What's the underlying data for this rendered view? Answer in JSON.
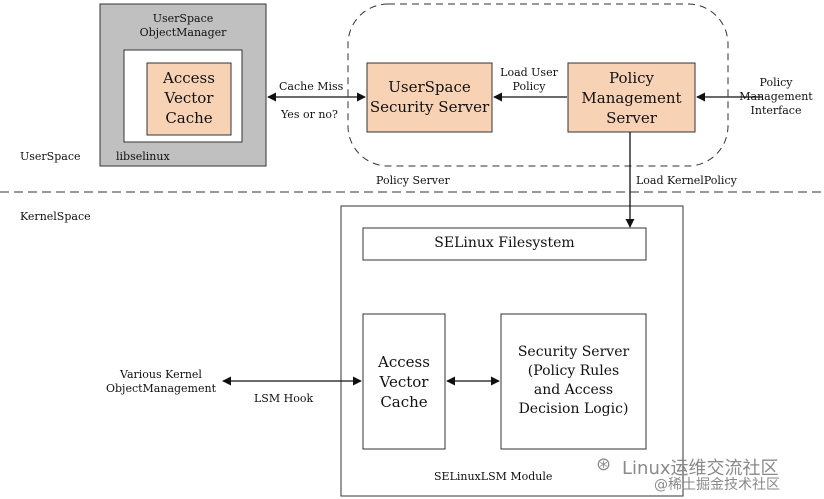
{
  "userspace": {
    "object_manager_title": "UserSpace\nObjectManager",
    "avc_label": "Access\nVector\nCache",
    "libselinux_label": "libselinux",
    "region_label": "UserSpace",
    "cache_miss_label": "Cache Miss",
    "yes_no_label": "Yes or no?",
    "security_server_label": "UserSpace\nSecurity Server",
    "load_user_policy_label": "Load User\nPolicy",
    "policy_mgmt_server_label": "Policy\nManagement\nServer",
    "policy_mgmt_interface_label": "Policy\nManagement\nInterface",
    "policy_server_label": "Policy Server"
  },
  "kernelspace": {
    "region_label": "KernelSpace",
    "load_kernel_policy_label": "Load KernelPolicy",
    "filesystem_label": "SELinux Filesystem",
    "avc_label": "Access\nVector\nCache",
    "security_server_label": "Security Server\n(Policy Rules\nand Access\nDecision Logic)",
    "various_kernel_label": "Various Kernel\nObjectManagement",
    "lsm_hook_label": "LSM Hook",
    "lsm_module_label": "SELinuxLSM Module"
  },
  "watermark": {
    "text": "Linux运维交流社区",
    "subtext": "@稀土掘金技术社区"
  },
  "colors": {
    "peach_fill": "#f8d2b5",
    "gray_fill": "#c0c0c0",
    "line": "#111111"
  }
}
